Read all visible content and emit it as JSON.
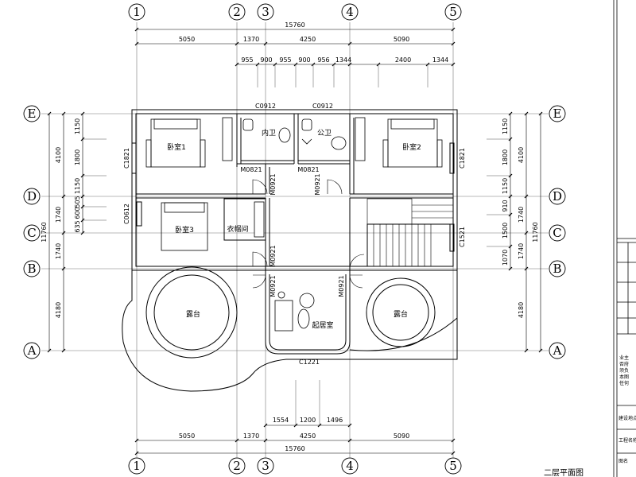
{
  "axes": {
    "columns": [
      "1",
      "2",
      "3",
      "4",
      "5"
    ],
    "rows": [
      "E",
      "D",
      "C",
      "B",
      "A"
    ]
  },
  "dims": {
    "total_width": "15760",
    "top_segments": [
      "5050",
      "1370",
      "4250",
      "5090"
    ],
    "top_detail": [
      "955",
      "900",
      "955",
      "900",
      "956",
      "1344",
      "2400",
      "1344"
    ],
    "bottom_detail": [
      "1554",
      "1200",
      "1496"
    ],
    "bottom_segments": [
      "5050",
      "1370",
      "4250",
      "5090"
    ],
    "bottom_total": "15760",
    "left_outer": [
      "4100",
      "1740",
      "1740",
      "4180"
    ],
    "left_total": "11760",
    "left_inner": [
      "1150",
      "1800",
      "1150",
      "505",
      "600",
      "635"
    ],
    "right_inner": [
      "1150",
      "1800",
      "1150",
      "910",
      "1500",
      "1070"
    ],
    "right_outer": [
      "4100",
      "1740",
      "1740",
      "4180"
    ],
    "right_total": "11760"
  },
  "rooms": {
    "bedroom1": "卧室1",
    "bedroom2": "卧室2",
    "bedroom3": "卧室3",
    "inner_bath": "内卫",
    "public_bath": "公卫",
    "closet": "衣帽间",
    "terrace_left": "露台",
    "terrace_right": "露台",
    "living": "起居室"
  },
  "codes": {
    "c0912_a": "C0912",
    "c0912_b": "C0912",
    "c1821_left": "C1821",
    "c1821_right": "C1821",
    "c0612": "C0612",
    "c1521": "C1521",
    "c1221": "C1221",
    "m0821_a": "M0821",
    "m0821_b": "M0821",
    "m0921_a": "M0921",
    "m0921_b": "M0921",
    "m0921_c": "M0921",
    "m0921_d": "M0921",
    "m0921_e": "M0921"
  },
  "title_block": {
    "note1": "业主",
    "note2": "否府",
    "note3": "须负",
    "note4": "本图",
    "note5": "任何",
    "row1": "建设地点",
    "row2": "工程名称",
    "row3": "图名"
  },
  "caption": "二层平面图"
}
